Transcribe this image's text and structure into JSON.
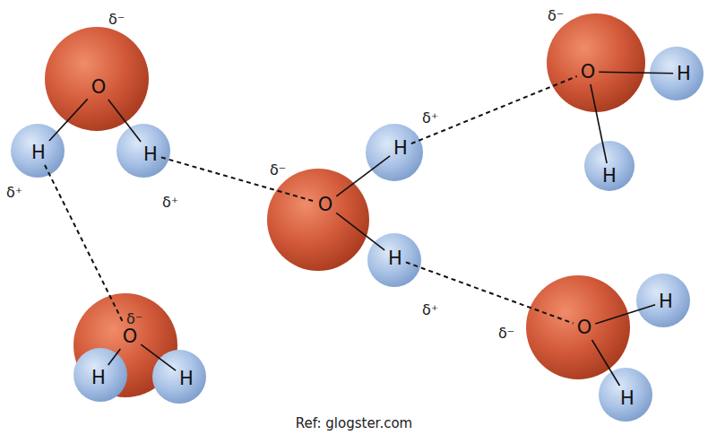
{
  "diagram": {
    "caption": "Ref: glogster.com",
    "nodes": [
      {
        "text": [
          "O"
        ]
      },
      {
        "text": [
          "H"
        ]
      },
      {
        "text": [
          "H"
        ]
      },
      {
        "text": [
          "O"
        ]
      },
      {
        "text": [
          "H"
        ]
      },
      {
        "text": [
          "H"
        ]
      },
      {
        "text": [
          "O"
        ]
      },
      {
        "text": [
          "H"
        ]
      },
      {
        "text": [
          "H"
        ]
      },
      {
        "text": [
          "O"
        ]
      },
      {
        "text": [
          "H"
        ]
      },
      {
        "text": [
          "H"
        ]
      },
      {
        "text": [
          "O"
        ]
      },
      {
        "text": [
          "H"
        ]
      },
      {
        "text": [
          "H"
        ]
      }
    ],
    "edges": [
      {
        "from": 0,
        "to": 1,
        "arrow": "none"
      },
      {
        "from": 0,
        "to": 2,
        "arrow": "none"
      },
      {
        "from": 3,
        "to": 4,
        "arrow": "none"
      },
      {
        "from": 3,
        "to": 5,
        "arrow": "none"
      },
      {
        "from": 6,
        "to": 7,
        "arrow": "none"
      },
      {
        "from": 6,
        "to": 8,
        "arrow": "none"
      },
      {
        "from": 9,
        "to": 10,
        "arrow": "none"
      },
      {
        "from": 9,
        "to": 11,
        "arrow": "none"
      },
      {
        "from": 12,
        "to": 13,
        "arrow": "none"
      },
      {
        "from": 12,
        "to": 14,
        "arrow": "none"
      },
      {
        "from": 1,
        "to": 3,
        "arrow": "none"
      },
      {
        "from": 2,
        "to": 6,
        "arrow": "none"
      },
      {
        "from": 7,
        "to": 9,
        "arrow": "none"
      },
      {
        "from": 8,
        "to": 12,
        "arrow": "none"
      }
    ],
    "labels": [
      "δ⁻",
      "δ⁺",
      "δ⁺",
      "δ⁻",
      "δ⁻",
      "δ⁺",
      "δ⁺",
      "δ⁻",
      "δ⁻"
    ]
  }
}
